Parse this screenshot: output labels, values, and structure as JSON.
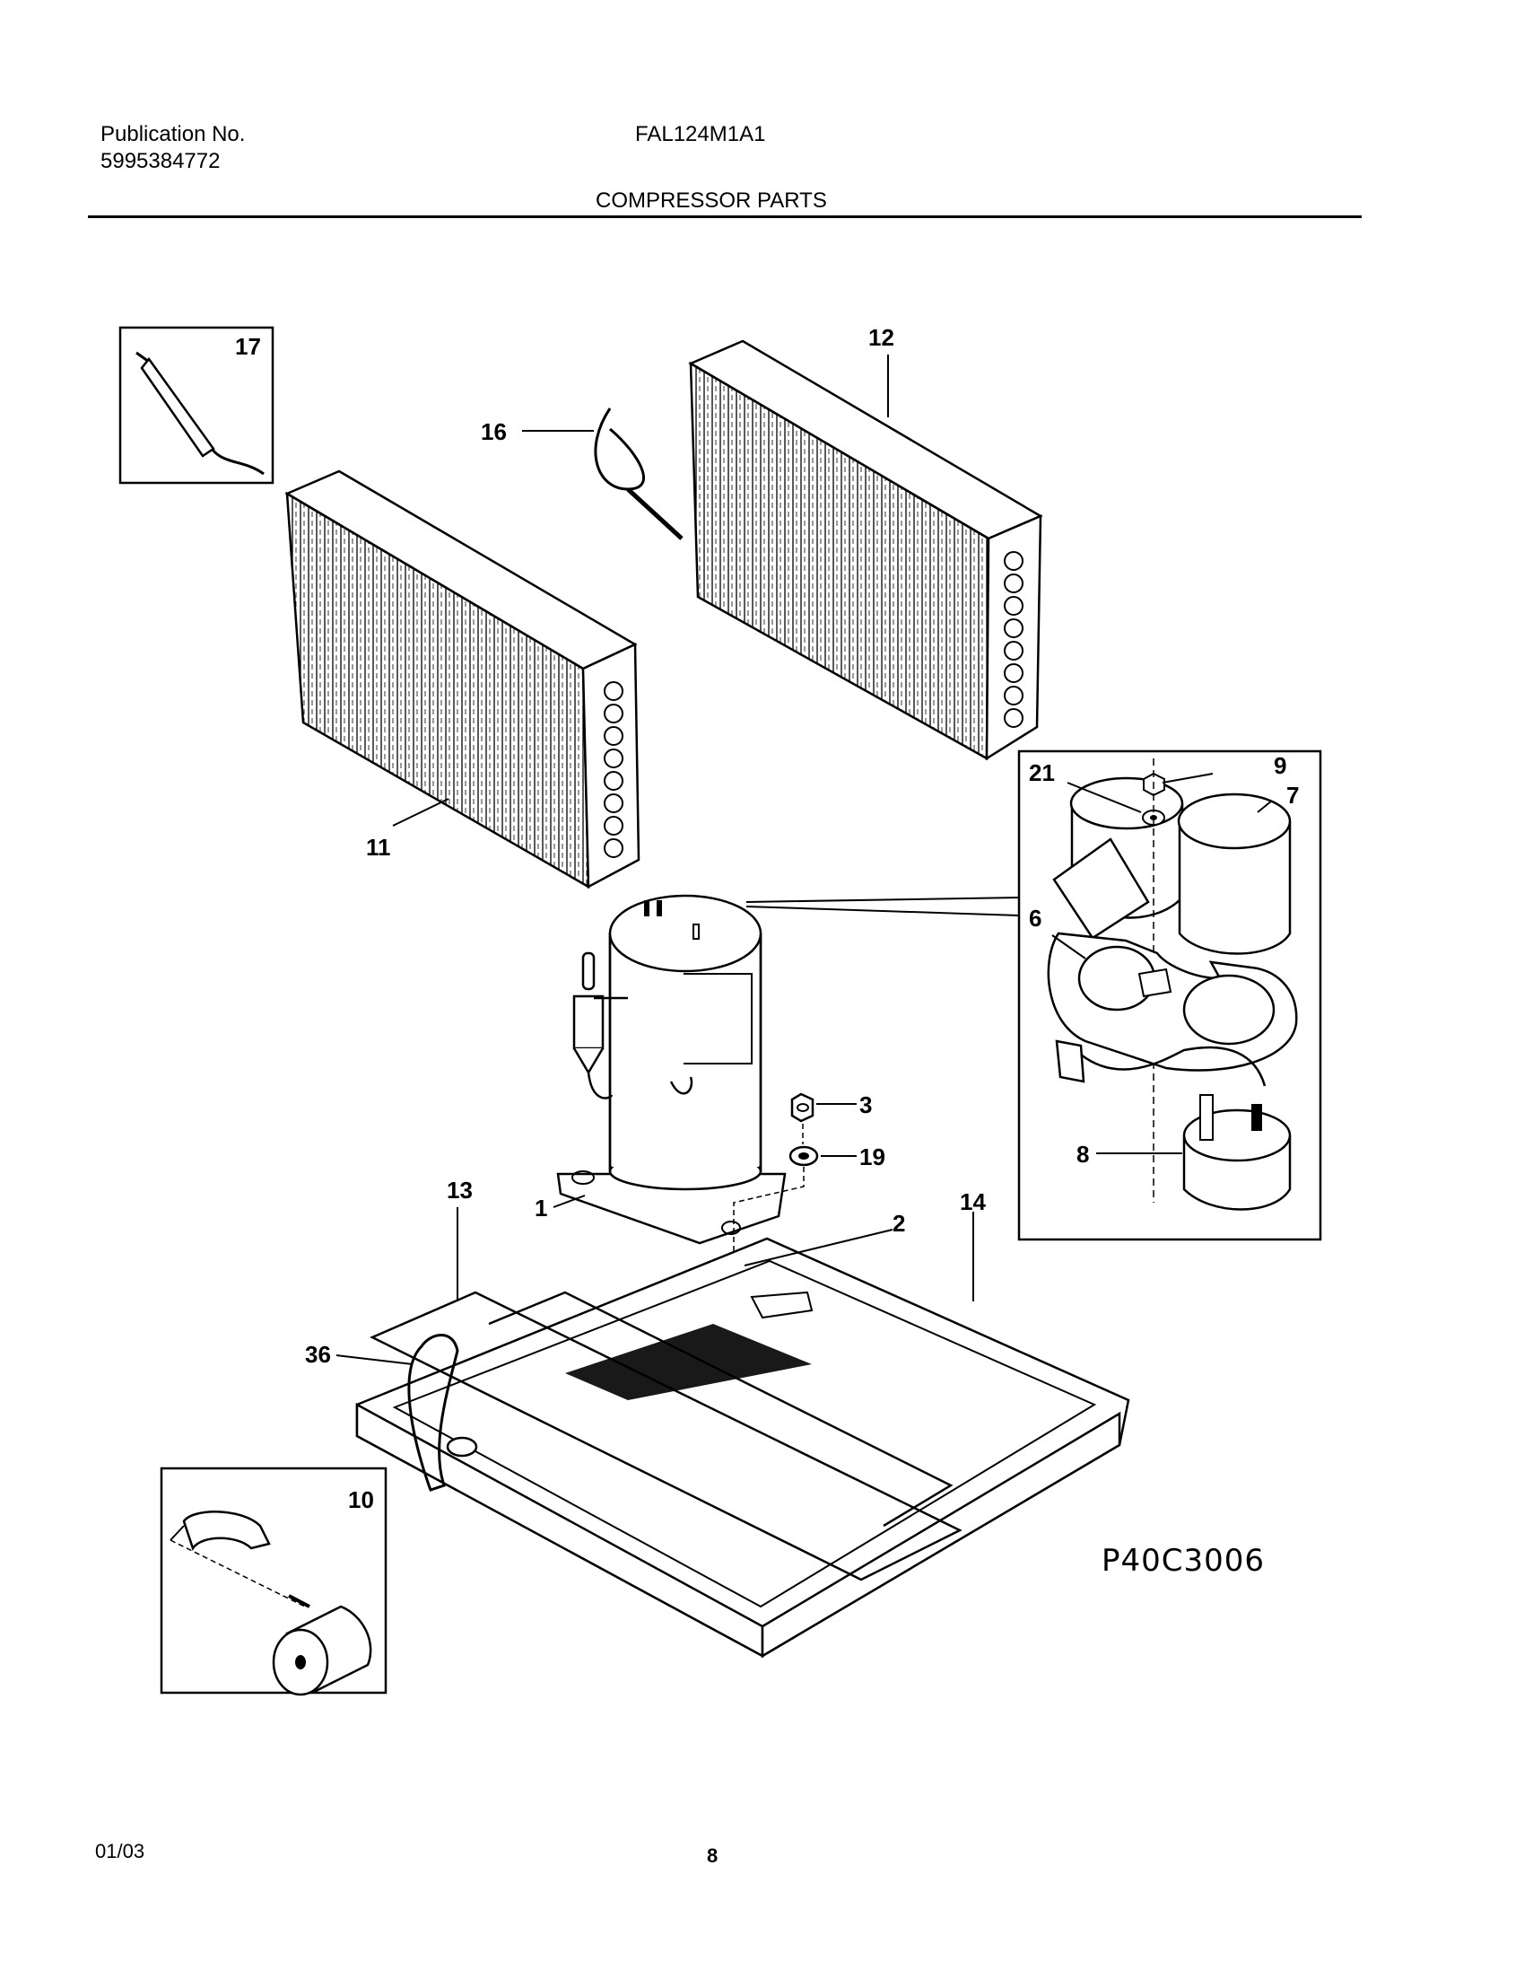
{
  "header": {
    "publication_label": "Publication No.",
    "publication_number": "5995384772",
    "model": "FAL124M1A1",
    "section_title": "COMPRESSOR PARTS"
  },
  "callouts": {
    "c1": "1",
    "c2": "2",
    "c3": "3",
    "c6": "6",
    "c7": "7",
    "c8": "8",
    "c9": "9",
    "c10": "10",
    "c11": "11",
    "c12": "12",
    "c13": "13",
    "c14": "14",
    "c16": "16",
    "c17": "17",
    "c19": "19",
    "c21": "21",
    "c36": "36"
  },
  "diagram_code": "P40C3006",
  "footer": {
    "date": "01/03",
    "page": "8"
  }
}
